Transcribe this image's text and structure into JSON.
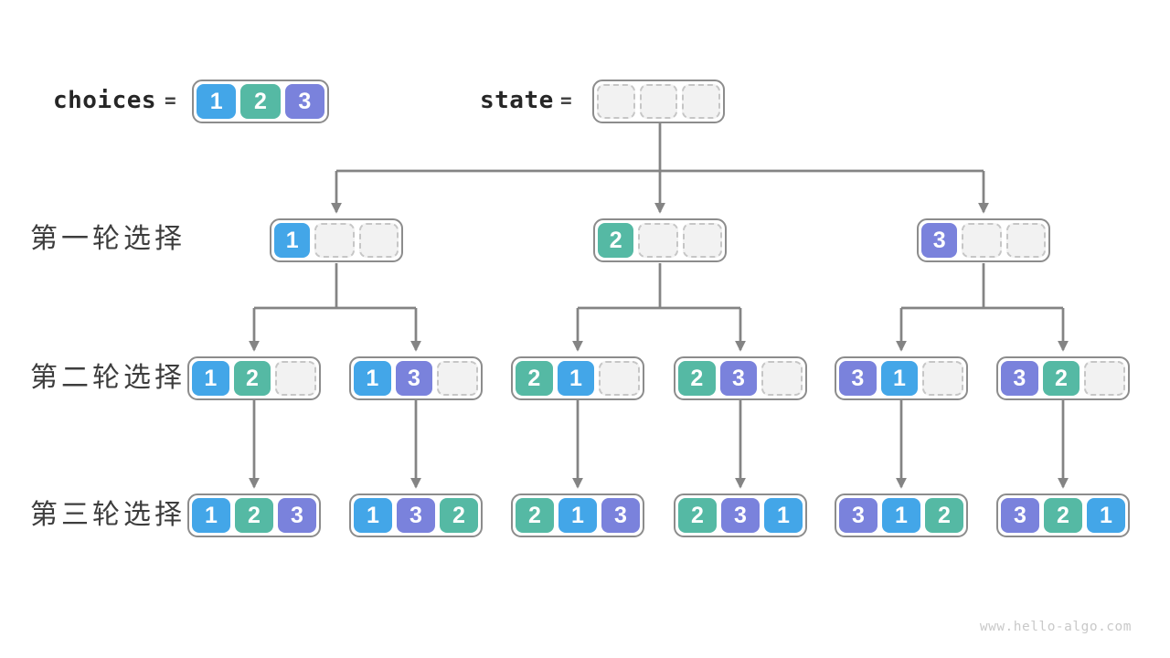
{
  "header": {
    "choices_label": "choices",
    "choices_equals": "=",
    "choices_cells": [
      "1",
      "2",
      "3"
    ],
    "state_label": "state",
    "state_equals": "=",
    "state_cells": [
      "",
      "",
      ""
    ]
  },
  "rows": [
    {
      "label": "第一轮选择",
      "nodes": [
        [
          "1",
          "",
          ""
        ],
        [
          "2",
          "",
          ""
        ],
        [
          "3",
          "",
          ""
        ]
      ]
    },
    {
      "label": "第二轮选择",
      "nodes": [
        [
          "1",
          "2",
          ""
        ],
        [
          "1",
          "3",
          ""
        ],
        [
          "2",
          "1",
          ""
        ],
        [
          "2",
          "3",
          ""
        ],
        [
          "3",
          "1",
          ""
        ],
        [
          "3",
          "2",
          ""
        ]
      ]
    },
    {
      "label": "第三轮选择",
      "nodes": [
        [
          "1",
          "2",
          "3"
        ],
        [
          "1",
          "3",
          "2"
        ],
        [
          "2",
          "1",
          "3"
        ],
        [
          "2",
          "3",
          "1"
        ],
        [
          "3",
          "1",
          "2"
        ],
        [
          "3",
          "2",
          "1"
        ]
      ]
    }
  ],
  "colors": {
    "1": "#43a6e8",
    "2": "#55b9a4",
    "3": "#7a82dc",
    "connector": "#848484",
    "empty_fill": "#f2f2f2",
    "empty_border": "#c6c6c6"
  },
  "watermark": "www.hello-algo.com"
}
